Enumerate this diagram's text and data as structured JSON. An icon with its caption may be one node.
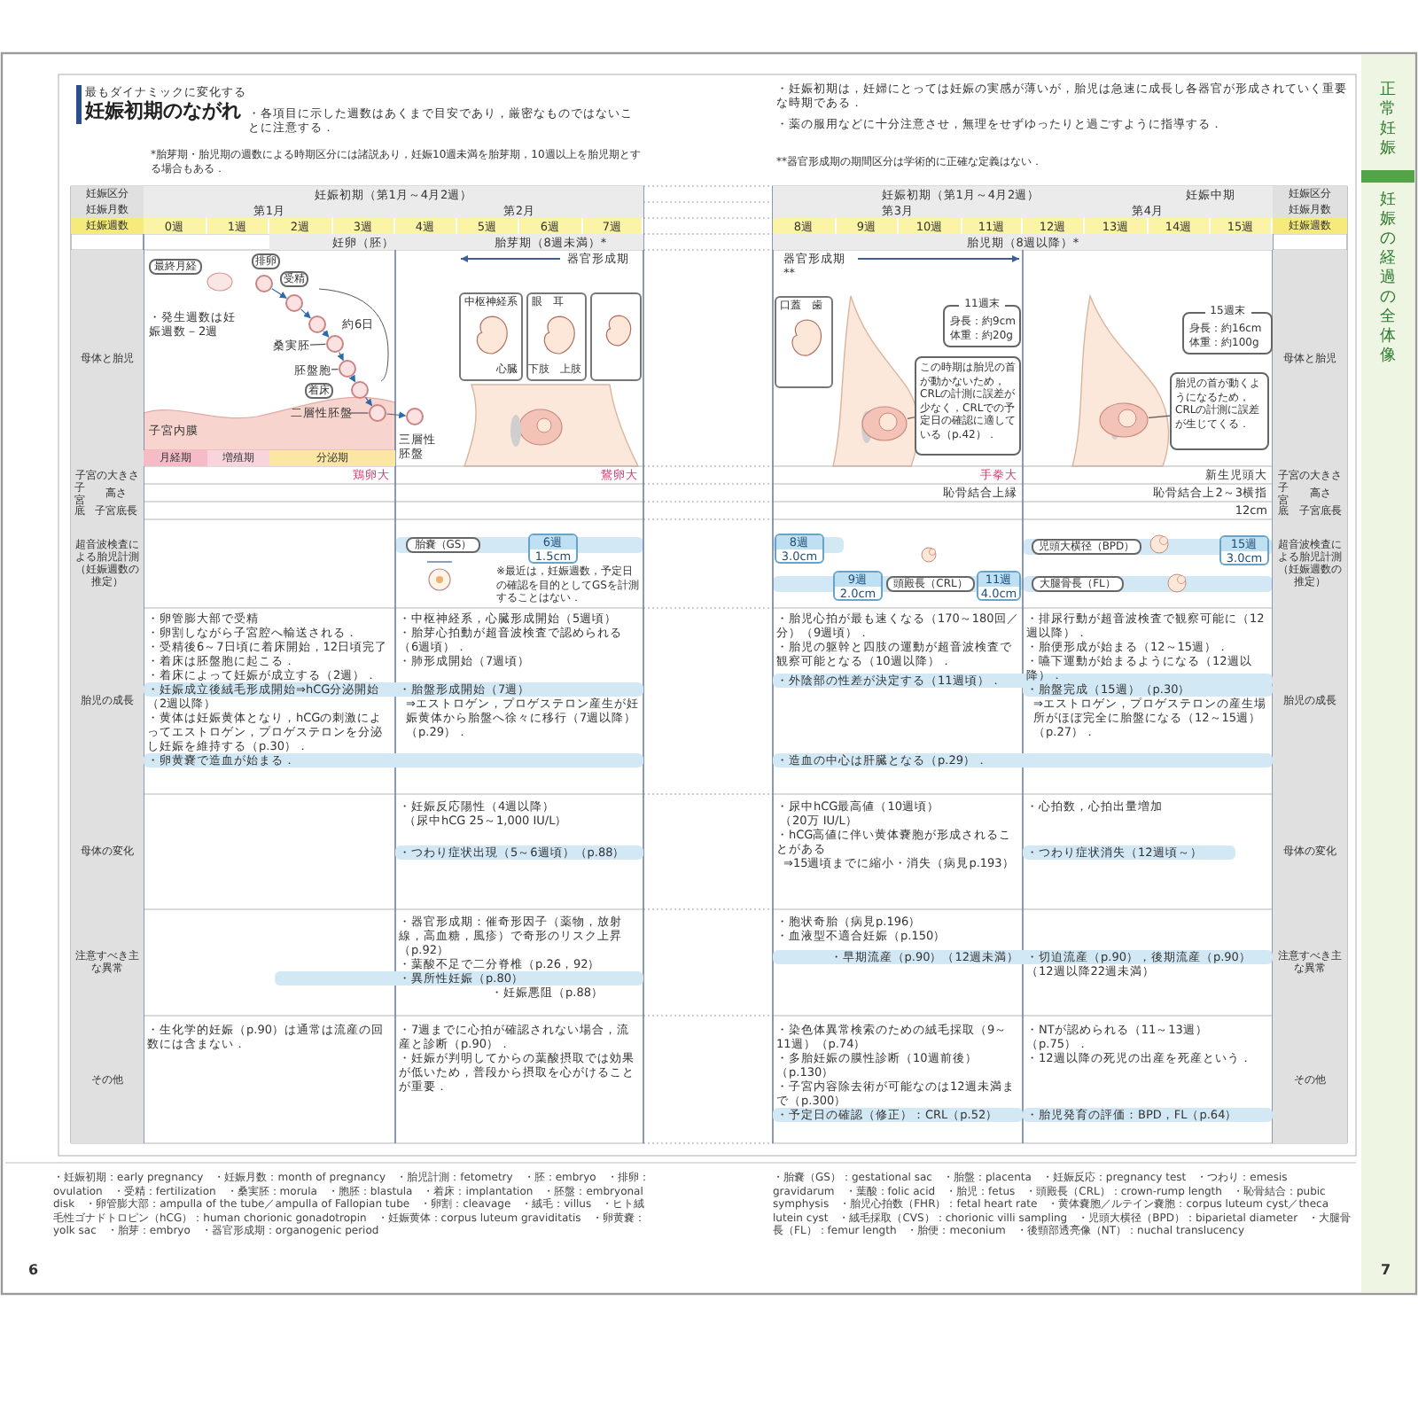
{
  "diagram": {
    "nodes": [
      {
        "text": [
          "最終月経"
        ]
      },
      {
        "text": [
          "排卵"
        ]
      },
      {
        "text": [
          "受精"
        ]
      },
      {
        "text": [
          "着床"
        ]
      },
      {
        "text": [
          "桑実胚"
        ]
      },
      {
        "text": [
          "胚盤胞"
        ]
      },
      {
        "text": [
          "二層性胚盤"
        ]
      },
      {
        "text": [],
        "shape": "circle"
      },
      {
        "text": [],
        "shape": "circle"
      },
      {
        "text": [],
        "shape": "circle"
      },
      {
        "text": [],
        "shape": "circle"
      },
      {
        "text": [],
        "shape": "circle"
      },
      {
        "text": [],
        "shape": "circle"
      },
      {
        "text": [],
        "shape": "circle"
      },
      {
        "text": [],
        "shape": "circle"
      },
      {
        "text": [
          "中枢神経系",
          "心臓"
        ]
      },
      {
        "text": [
          "眼　耳",
          "下肢　上肢"
        ]
      },
      {
        "text": [],
        "shape": "box"
      },
      {
        "text": [
          "口蓋　歯"
        ]
      },
      {
        "text": [
          "11週末",
          "身長：約9cm 体重：約20g"
        ]
      },
      {
        "text": [
          "この時期は胎児の首が動かないため，CRLの計測に誤差が少なく，CRLでの予定日の確認に適している（p.42）．"
        ]
      },
      {
        "text": [
          "15週末",
          "身長：約16cm 体重：約100g"
        ]
      },
      {
        "text": [
          "胎児の首が動くようになるため，CRLの計測に誤差が生じてくる．"
        ]
      },
      {
        "text": [
          "胎嚢（GS）"
        ]
      },
      {
        "text": [
          "6週",
          "1.5cm"
        ]
      },
      {
        "text": [
          "8週",
          "3.0cm"
        ]
      },
      {
        "text": [
          "9週",
          "2.0cm"
        ]
      },
      {
        "text": [
          "頭殿長（CRL）"
        ]
      },
      {
        "text": [
          "11週",
          "4.0cm"
        ]
      },
      {
        "text": [
          "児頭大横径（BPD）"
        ]
      },
      {
        "text": [
          "15週",
          "3.0cm"
        ]
      },
      {
        "text": [
          "大腿骨長（FL）"
        ]
      },
      {
        "text": [
          "月経期"
        ]
      },
      {
        "text": [
          "増殖期"
        ]
      },
      {
        "text": [
          "分泌期"
        ]
      },
      {
        "text": [],
        "shape": "picture"
      },
      {
        "text": [],
        "shape": "picture"
      }
    ],
    "edges": [
      {
        "from": 7,
        "to": 8,
        "arrow": "to"
      },
      {
        "from": 8,
        "to": 9,
        "arrow": "to"
      },
      {
        "from": 9,
        "to": 10,
        "arrow": "to"
      },
      {
        "from": 10,
        "to": 11,
        "arrow": "to"
      },
      {
        "from": 11,
        "to": 12,
        "arrow": "to"
      },
      {
        "from": 12,
        "to": 13,
        "arrow": "to"
      },
      {
        "from": 13,
        "to": 14,
        "arrow": "to"
      },
      {
        "from": 4,
        "to": 10,
        "arrow": "none"
      },
      {
        "from": 5,
        "to": 11,
        "arrow": "none"
      },
      {
        "from": 6,
        "to": 13,
        "arrow": "none"
      },
      {
        "from": 20,
        "to": 35,
        "arrow": "none"
      },
      {
        "from": 22,
        "to": 36,
        "arrow": "none"
      }
    ],
    "labels": [
      "最もダイナミックに変化する",
      "妊娠初期のながれ",
      "・各項目に示した週数はあくまで目安であり，厳密なものではないことに注意する．",
      "*胎芽期・胎児期の週数による時期区分には諸説あり，妊娠10週未満を胎芽期，10週以上を胎児期とする場合もある．",
      "・妊娠初期は，妊婦にとっては妊娠の実感が薄いが，胎児は急速に成長し各器官が形成されていく重要な時期である．",
      "・薬の服用などに十分注意させ，無理をせずゆったりと過ごすように指導する．",
      "**器官形成期の期間区分は学術的に正確な定義はない．",
      "妊娠区分",
      "妊娠初期（第1月～4月2週）",
      "妊娠初期（第1月～4月2週）",
      "妊娠中期",
      "妊娠区分",
      "妊娠月数",
      "第1月",
      "第2月",
      "第3月",
      "第4月",
      "妊娠月数",
      "妊娠週数",
      "0週",
      "1週",
      "2週",
      "3週",
      "4週",
      "5週",
      "6週",
      "7週",
      "8週",
      "9週",
      "10週",
      "11週",
      "12週",
      "13週",
      "14週",
      "15週",
      "妊娠週数",
      "妊卵（胚）",
      "胎芽期（8週未満）*",
      "胎児期（8週以降）*",
      "母体と胎児",
      "器官形成期",
      "約6日",
      "・発生週数は妊娠週数－2週",
      "子宮内膜",
      "三層性胚盤",
      "器官形成期**",
      "母体と胎児",
      "子宮の大きさ",
      "鶏卵大",
      "鵞卵大",
      "手拳大",
      "新生児頭大",
      "子宮の大きさ",
      "子宮底",
      "高さ",
      "恥骨結合上縁",
      "恥骨結合上2～3横指",
      "子宮底",
      "高さ",
      "子宮底長",
      "12cm",
      "子宮底長",
      "超音波検査による胎児計測（妊娠週数の推定）",
      "※最近は，妊娠週数，予定日の確認を目的としてGSを計測することはない．",
      "超音波検査による胎児計測（妊娠週数の推定）",
      "胎児の成長",
      "・卵管膨大部で受精",
      "・卵割しながら子宮腔へ輸送される．",
      "・受精後6～7日頃に着床開始，12日頃完了",
      "・着床は胚盤胞に起こる．",
      "・着床によって妊娠が成立する（2週）．",
      "・妊娠成立後絨毛形成開始⇒hCG分泌開始（2週以降）",
      "・黄体は妊娠黄体となり，hCGの刺激によってエストロゲン，プロゲステロンを分泌し妊娠を維持する（p.30）．",
      "・卵黄嚢で造血が始まる．",
      "・中枢神経系，心臓形成開始（5週頃）",
      "・胎芽心拍動が超音波検査で認められる（6週頃）．",
      "・肺形成開始（7週頃）",
      "・胎盤形成開始（7週）",
      "⇒エストロゲン，プロゲステロン産生が妊娠黄体から胎盤へ徐々に移行（7週以降）（p.29）．",
      "・胎児心拍が最も速くなる（170～180回／分）（9週頃）．",
      "・胎児の躯幹と四肢の運動が超音波検査で観察可能となる（10週以降）．",
      "・外陰部の性差が決定する（11週頃）．",
      "・造血の中心は肝臓となる（p.29）．",
      "・排尿行動が超音波検査で観察可能に（12週以降）．",
      "・胎便形成が始まる（12～15週）．",
      "・嚥下運動が始まるようになる（12週以降）．",
      "・胎盤完成（15週）（p.30）",
      "⇒エストロゲン，プロゲステロンの産生場所がほぼ完全に胎盤になる（12～15週）（p.27）．",
      "胎児の成長",
      "母体の変化",
      "・妊娠反応陽性（4週以降）",
      "（尿中hCG 25～1,000 IU/L）",
      "・つわり症状出現（5～6週頃）（p.88）",
      "・尿中hCG最高値（10週頃）",
      "（20万 IU/L）",
      "・hCG高値に伴い黄体嚢胞が形成されることがある",
      "⇒15週頃までに縮小・消失（病見p.193）",
      "・心拍数，心拍出量増加",
      "・つわり症状消失（12週頃～）",
      "母体の変化",
      "注意すべき主な異常",
      "・器官形成期：催奇形因子（薬物，放射線，高血糖，風疹）で奇形のリスク上昇（p.92）",
      "・葉酸不足で二分脊椎（p.26，92）",
      "・異所性妊娠（p.80）",
      "・妊娠悪阻（p.88）",
      "・胞状奇胎（病見p.196）",
      "・血液型不適合妊娠（p.150）",
      "・早期流産（p.90）（12週未満）",
      "・切迫流産（p.90），後期流産（p.90）（12週以降22週未満）",
      "注意すべき主な異常",
      "その他",
      "・生化学的妊娠（p.90）は通常は流産の回数には含まない．",
      "・7週までに心拍が確認されない場合，流産と診断（p.90）．",
      "・妊娠が判明してからの葉酸摂取では効果が低いため，普段から摂取を心がけることが重要．",
      "・染色体異常検索のための絨毛採取（9～11週）（p.74）",
      "・多胎妊娠の膜性診断（10週前後）（p.130）",
      "・子宮内容除去術が可能なのは12週未満まで（p.300）",
      "・予定日の確認（修正）：CRL（p.52）",
      "・NTが認められる（11～13週）（p.75）．",
      "・12週以降の死児の出産を死産という．",
      "・胎児発育の評価：BPD，FL（p.64）",
      "その他",
      "・妊娠初期：early pregnancy　・妊娠月数：month of pregnancy　・胎児計測：fetometry　・胚：embryo　・排卵：ovulation　・受精：fertilization　・桑実胚：morula　・胞胚：blastula　・着床：implantation　・胚盤：embryonal disk　・卵管膨大部：ampulla of the tube／ampulla of Fallopian tube　・卵割：cleavage　・絨毛：villus　・ヒト絨毛性ゴナドトロピン（hCG）：human chorionic gonadotropin　・妊娠黄体：corpus luteum graviditatis　・卵黄嚢：yolk sac　・胎芽：embryo　・器官形成期：organogenic period",
      "・胎嚢（GS）：gestational sac　・胎盤：placenta　・妊娠反応：pregnancy test　・つわり：emesis gravidarum　・葉酸：folic acid　・胎児：fetus　・頭殿長（CRL）：crown-rump length　・恥骨結合：pubic symphysis　・胎児心拍数（FHR）：fetal heart rate　・黄体嚢胞／ルテイン嚢胞：corpus luteum cyst／theca lutein cyst　・絨毛採取（CVS）：chorionic villi sampling　・児頭大横径（BPD）：biparietal diameter　・大腿骨長（FL）：femur length　・胎便：meconium　・後頸部透亮像（NT）：nuchal translucency",
      "6",
      "7",
      "正常妊娠",
      "妊娠の経過の全体像"
    ]
  }
}
